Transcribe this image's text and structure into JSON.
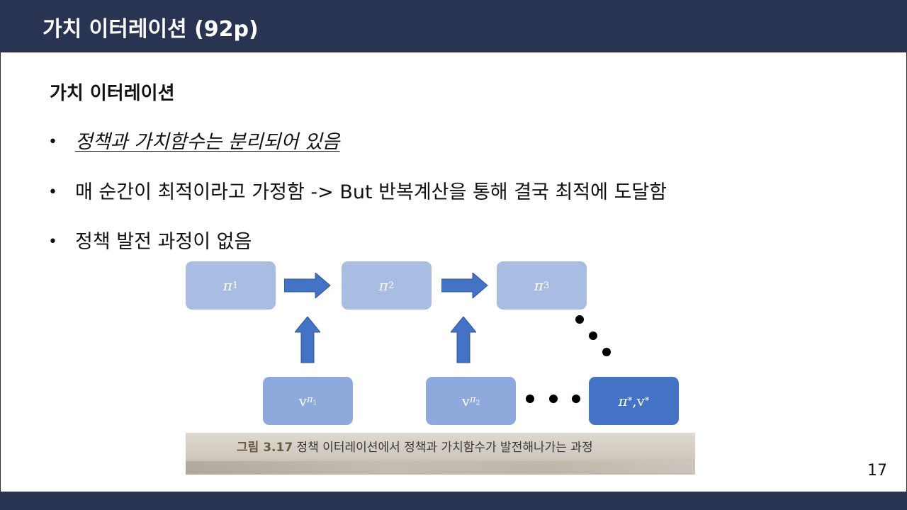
{
  "slide": {
    "title": "가치 이터레이션 (92p)",
    "page_number": "17"
  },
  "content": {
    "heading": "가치 이터레이션",
    "bullets": [
      "정책과 가치함수는 분리되어 있음",
      "매 순간이 최적이라고 가정함 -> But 반복계산을 통해 결국 최적에 도달함",
      "정책 발전 과정이 없음"
    ],
    "bullet_symbol": "•"
  },
  "diagram": {
    "policy_boxes": [
      {
        "symbol": "π",
        "sub": "1"
      },
      {
        "symbol": "π",
        "sub": "2"
      },
      {
        "symbol": "π",
        "sub": "3"
      }
    ],
    "value_boxes": [
      {
        "symbol": "v",
        "sub_symbol": "π",
        "sub": "1"
      },
      {
        "symbol": "v",
        "sub_symbol": "π",
        "sub": "2"
      }
    ],
    "optimal_box": {
      "text": "π",
      "sub": "*",
      "sep": ", ",
      "v": "v",
      "vsub": "*"
    },
    "colors": {
      "light_box": "#a9bde3",
      "mid_box": "#8eaadd",
      "dark_box": "#4472c4",
      "arrow": "#4472c4"
    }
  },
  "figure_caption": {
    "label": "그림 3.17",
    "text": " 정책 이터레이션에서 정책과 가치함수가 발전해나가는 과정"
  },
  "theme": {
    "header_bg": "#283452",
    "header_text": "#ffffff"
  }
}
